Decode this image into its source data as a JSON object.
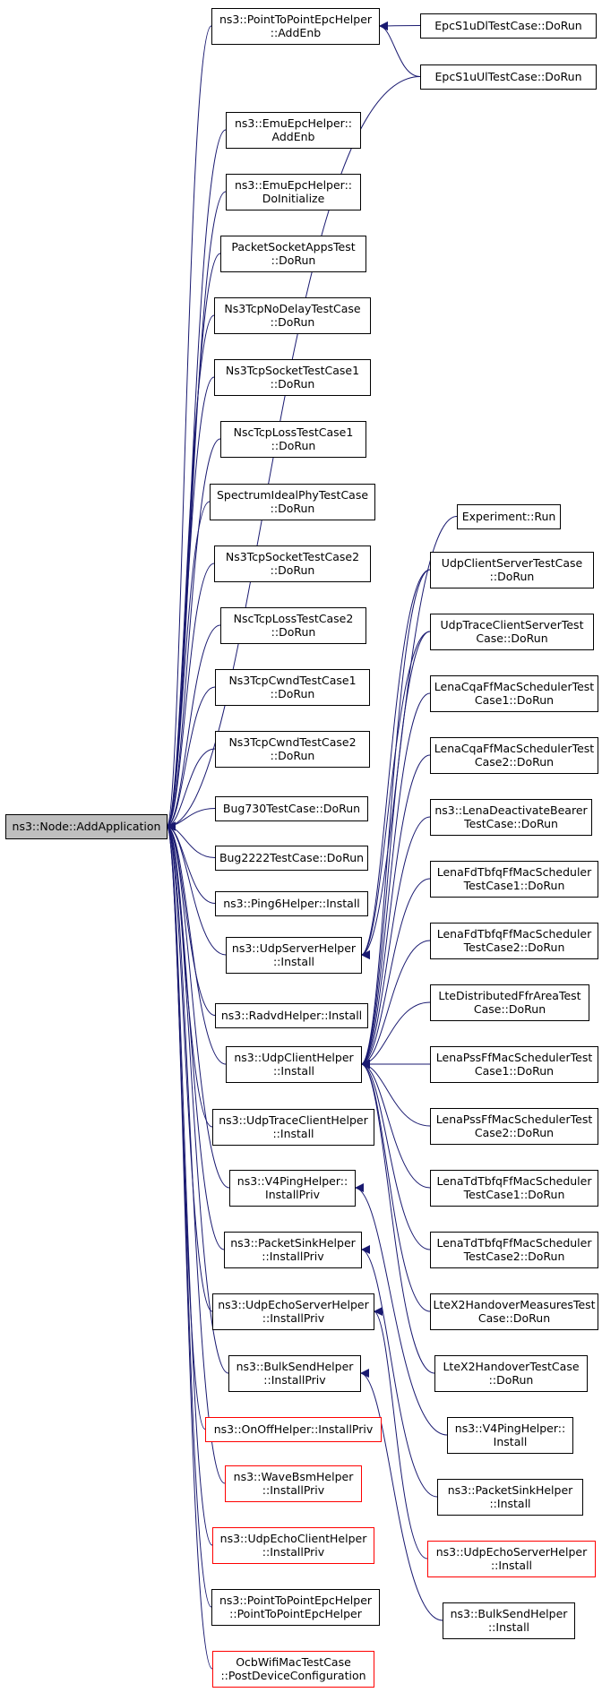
{
  "colors": {
    "edge": "#191970",
    "border_normal": "#000000",
    "border_red": "#ff0000",
    "root_fill": "#bfbfbf",
    "node_fill": "#ffffff"
  },
  "root": {
    "id": "root",
    "lines": [
      "ns3::Node::AddApplication"
    ],
    "style": "root"
  },
  "nodes": [
    {
      "id": "p2p_addenb",
      "lines": [
        "ns3::PointToPointEpcHelper",
        "::AddEnb"
      ],
      "style": "normal"
    },
    {
      "id": "epc_dl",
      "lines": [
        "EpcS1uDlTestCase::DoRun"
      ],
      "style": "normal"
    },
    {
      "id": "epc_ul",
      "lines": [
        "EpcS1uUlTestCase::DoRun"
      ],
      "style": "normal"
    },
    {
      "id": "emu_addenb",
      "lines": [
        "ns3::EmuEpcHelper::",
        "AddEnb"
      ],
      "style": "normal"
    },
    {
      "id": "emu_doinit",
      "lines": [
        "ns3::EmuEpcHelper::",
        "DoInitialize"
      ],
      "style": "normal"
    },
    {
      "id": "packetsocket",
      "lines": [
        "PacketSocketAppsTest",
        "::DoRun"
      ],
      "style": "normal"
    },
    {
      "id": "nodelay",
      "lines": [
        "Ns3TcpNoDelayTestCase",
        "::DoRun"
      ],
      "style": "normal"
    },
    {
      "id": "sock1",
      "lines": [
        "Ns3TcpSocketTestCase1",
        "::DoRun"
      ],
      "style": "normal"
    },
    {
      "id": "nsc1",
      "lines": [
        "NscTcpLossTestCase1",
        "::DoRun"
      ],
      "style": "normal"
    },
    {
      "id": "spectrum",
      "lines": [
        "SpectrumIdealPhyTestCase",
        "::DoRun"
      ],
      "style": "normal"
    },
    {
      "id": "sock2",
      "lines": [
        "Ns3TcpSocketTestCase2",
        "::DoRun"
      ],
      "style": "normal"
    },
    {
      "id": "nsc2",
      "lines": [
        "NscTcpLossTestCase2",
        "::DoRun"
      ],
      "style": "normal"
    },
    {
      "id": "cwnd1",
      "lines": [
        "Ns3TcpCwndTestCase1",
        "::DoRun"
      ],
      "style": "normal"
    },
    {
      "id": "cwnd2",
      "lines": [
        "Ns3TcpCwndTestCase2",
        "::DoRun"
      ],
      "style": "normal"
    },
    {
      "id": "bug730",
      "lines": [
        "Bug730TestCase::DoRun"
      ],
      "style": "normal"
    },
    {
      "id": "bug2222",
      "lines": [
        "Bug2222TestCase::DoRun"
      ],
      "style": "normal"
    },
    {
      "id": "ping6",
      "lines": [
        "ns3::Ping6Helper::Install"
      ],
      "style": "normal"
    },
    {
      "id": "udpserver",
      "lines": [
        "ns3::UdpServerHelper",
        "::Install"
      ],
      "style": "normal"
    },
    {
      "id": "radvd",
      "lines": [
        "ns3::RadvdHelper::Install"
      ],
      "style": "normal"
    },
    {
      "id": "udpclient",
      "lines": [
        "ns3::UdpClientHelper",
        "::Install"
      ],
      "style": "normal"
    },
    {
      "id": "udptrace",
      "lines": [
        "ns3::UdpTraceClientHelper",
        "::Install"
      ],
      "style": "normal"
    },
    {
      "id": "v4ping_priv",
      "lines": [
        "ns3::V4PingHelper::",
        "InstallPriv"
      ],
      "style": "normal"
    },
    {
      "id": "sink_priv",
      "lines": [
        "ns3::PacketSinkHelper",
        "::InstallPriv"
      ],
      "style": "normal"
    },
    {
      "id": "echoserver_priv",
      "lines": [
        "ns3::UdpEchoServerHelper",
        "::InstallPriv"
      ],
      "style": "normal"
    },
    {
      "id": "bulk_priv",
      "lines": [
        "ns3::BulkSendHelper",
        "::InstallPriv"
      ],
      "style": "normal"
    },
    {
      "id": "onoff_priv",
      "lines": [
        "ns3::OnOffHelper::InstallPriv"
      ],
      "style": "red"
    },
    {
      "id": "wavebsm_priv",
      "lines": [
        "ns3::WaveBsmHelper",
        "::InstallPriv"
      ],
      "style": "red"
    },
    {
      "id": "echoclient_priv",
      "lines": [
        "ns3::UdpEchoClientHelper",
        "::InstallPriv"
      ],
      "style": "red"
    },
    {
      "id": "p2p_ctor",
      "lines": [
        "ns3::PointToPointEpcHelper",
        "::PointToPointEpcHelper"
      ],
      "style": "normal"
    },
    {
      "id": "ocb",
      "lines": [
        "OcbWifiMacTestCase",
        "::PostDeviceConfiguration"
      ],
      "style": "red"
    },
    {
      "id": "experiment",
      "lines": [
        "Experiment::Run"
      ],
      "style": "normal"
    },
    {
      "id": "udpcs",
      "lines": [
        "UdpClientServerTestCase",
        "::DoRun"
      ],
      "style": "normal"
    },
    {
      "id": "udptcs",
      "lines": [
        "UdpTraceClientServerTest",
        "Case::DoRun"
      ],
      "style": "normal"
    },
    {
      "id": "cqa1",
      "lines": [
        "LenaCqaFfMacSchedulerTest",
        "Case1::DoRun"
      ],
      "style": "normal"
    },
    {
      "id": "cqa2",
      "lines": [
        "LenaCqaFfMacSchedulerTest",
        "Case2::DoRun"
      ],
      "style": "normal"
    },
    {
      "id": "deact",
      "lines": [
        "ns3::LenaDeactivateBearer",
        "TestCase::DoRun"
      ],
      "style": "normal"
    },
    {
      "id": "fdtbfq1",
      "lines": [
        "LenaFdTbfqFfMacScheduler",
        "TestCase1::DoRun"
      ],
      "style": "normal"
    },
    {
      "id": "fdtbfq2",
      "lines": [
        "LenaFdTbfqFfMacScheduler",
        "TestCase2::DoRun"
      ],
      "style": "normal"
    },
    {
      "id": "ffr",
      "lines": [
        "LteDistributedFfrAreaTest",
        "Case::DoRun"
      ],
      "style": "normal"
    },
    {
      "id": "pss1",
      "lines": [
        "LenaPssFfMacSchedulerTest",
        "Case1::DoRun"
      ],
      "style": "normal"
    },
    {
      "id": "pss2",
      "lines": [
        "LenaPssFfMacSchedulerTest",
        "Case2::DoRun"
      ],
      "style": "normal"
    },
    {
      "id": "tdtbfq1",
      "lines": [
        "LenaTdTbfqFfMacScheduler",
        "TestCase1::DoRun"
      ],
      "style": "normal"
    },
    {
      "id": "tdtbfq2",
      "lines": [
        "LenaTdTbfqFfMacScheduler",
        "TestCase2::DoRun"
      ],
      "style": "normal"
    },
    {
      "id": "x2meas",
      "lines": [
        "LteX2HandoverMeasuresTest",
        "Case::DoRun"
      ],
      "style": "normal"
    },
    {
      "id": "x2ho",
      "lines": [
        "LteX2HandoverTestCase",
        "::DoRun"
      ],
      "style": "normal"
    },
    {
      "id": "v4ping_inst",
      "lines": [
        "ns3::V4PingHelper::",
        "Install"
      ],
      "style": "normal"
    },
    {
      "id": "sink_inst",
      "lines": [
        "ns3::PacketSinkHelper",
        "::Install"
      ],
      "style": "normal"
    },
    {
      "id": "echoserver_inst",
      "lines": [
        "ns3::UdpEchoServerHelper",
        "::Install"
      ],
      "style": "red"
    },
    {
      "id": "bulk_inst",
      "lines": [
        "ns3::BulkSendHelper",
        "::Install"
      ],
      "style": "normal"
    }
  ],
  "edges": [
    [
      "p2p_addenb",
      "root"
    ],
    [
      "epc_ul",
      "root"
    ],
    [
      "emu_addenb",
      "root"
    ],
    [
      "emu_doinit",
      "root"
    ],
    [
      "packetsocket",
      "root"
    ],
    [
      "nodelay",
      "root"
    ],
    [
      "sock1",
      "root"
    ],
    [
      "nsc1",
      "root"
    ],
    [
      "spectrum",
      "root"
    ],
    [
      "sock2",
      "root"
    ],
    [
      "nsc2",
      "root"
    ],
    [
      "cwnd1",
      "root"
    ],
    [
      "cwnd2",
      "root"
    ],
    [
      "bug730",
      "root"
    ],
    [
      "bug2222",
      "root"
    ],
    [
      "ping6",
      "root"
    ],
    [
      "udpserver",
      "root"
    ],
    [
      "radvd",
      "root"
    ],
    [
      "udpclient",
      "root"
    ],
    [
      "udptrace",
      "root"
    ],
    [
      "v4ping_priv",
      "root"
    ],
    [
      "sink_priv",
      "root"
    ],
    [
      "echoserver_priv",
      "root"
    ],
    [
      "bulk_priv",
      "root"
    ],
    [
      "onoff_priv",
      "root"
    ],
    [
      "wavebsm_priv",
      "root"
    ],
    [
      "echoclient_priv",
      "root"
    ],
    [
      "p2p_ctor",
      "root"
    ],
    [
      "ocb",
      "root"
    ],
    [
      "epc_dl",
      "p2p_addenb"
    ],
    [
      "epc_ul",
      "p2p_addenb"
    ],
    [
      "experiment",
      "udpserver"
    ],
    [
      "udpcs",
      "udpserver"
    ],
    [
      "udptcs",
      "udpserver"
    ],
    [
      "udpcs",
      "udpclient"
    ],
    [
      "udptcs",
      "udpclient"
    ],
    [
      "cqa1",
      "udpclient"
    ],
    [
      "cqa2",
      "udpclient"
    ],
    [
      "deact",
      "udpclient"
    ],
    [
      "fdtbfq1",
      "udpclient"
    ],
    [
      "fdtbfq2",
      "udpclient"
    ],
    [
      "ffr",
      "udpclient"
    ],
    [
      "pss1",
      "udpclient"
    ],
    [
      "pss2",
      "udpclient"
    ],
    [
      "tdtbfq1",
      "udpclient"
    ],
    [
      "tdtbfq2",
      "udpclient"
    ],
    [
      "x2meas",
      "udpclient"
    ],
    [
      "x2ho",
      "udpclient"
    ],
    [
      "v4ping_inst",
      "v4ping_priv"
    ],
    [
      "sink_inst",
      "sink_priv"
    ],
    [
      "echoserver_inst",
      "echoserver_priv"
    ],
    [
      "bulk_inst",
      "bulk_priv"
    ]
  ]
}
